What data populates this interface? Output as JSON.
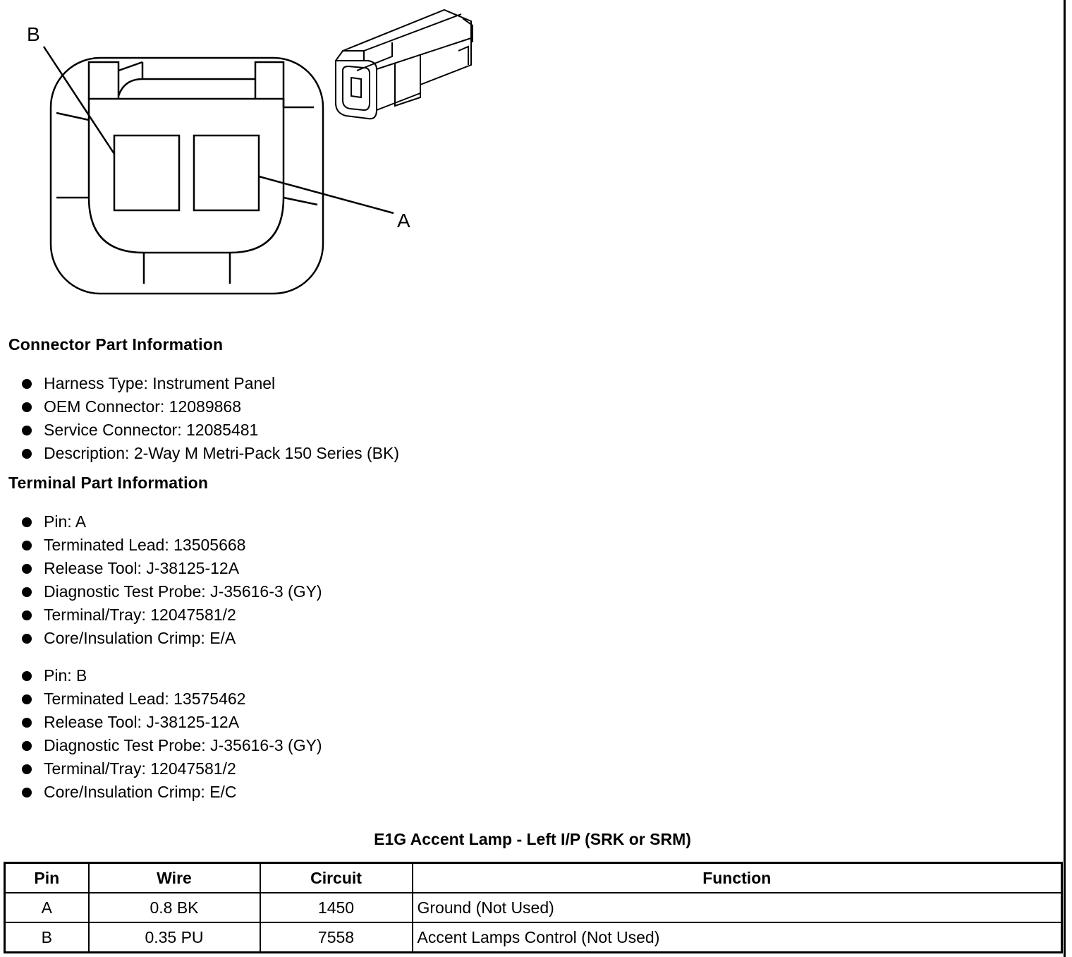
{
  "diagram": {
    "label_b": "B",
    "label_a": "A"
  },
  "connector_section": {
    "title": "Connector Part Information",
    "items": [
      "Harness Type: Instrument Panel",
      "OEM Connector: 12089868",
      "Service Connector: 12085481",
      "Description: 2-Way M Metri-Pack 150 Series (BK)"
    ]
  },
  "terminal_section": {
    "title": "Terminal Part Information",
    "pin_a_items": [
      "Pin: A",
      "Terminated Lead: 13505668",
      "Release Tool: J-38125-12A",
      "Diagnostic Test Probe: J-35616-3 (GY)",
      "Terminal/Tray: 12047581/2",
      "Core/Insulation Crimp: E/A"
    ],
    "pin_b_items": [
      "Pin: B",
      "Terminated Lead: 13575462",
      "Release Tool: J-38125-12A",
      "Diagnostic Test Probe: J-35616-3 (GY)",
      "Terminal/Tray: 12047581/2",
      "Core/Insulation Crimp: E/C"
    ]
  },
  "pin_table": {
    "title": "E1G Accent Lamp - Left I/P (SRK or SRM)",
    "headers": [
      "Pin",
      "Wire",
      "Circuit",
      "Function"
    ],
    "rows": [
      [
        "A",
        "0.8 BK",
        "1450",
        "Ground (Not Used)"
      ],
      [
        "B",
        "0.35 PU",
        "7558",
        "Accent Lamps Control (Not Used)"
      ]
    ]
  }
}
